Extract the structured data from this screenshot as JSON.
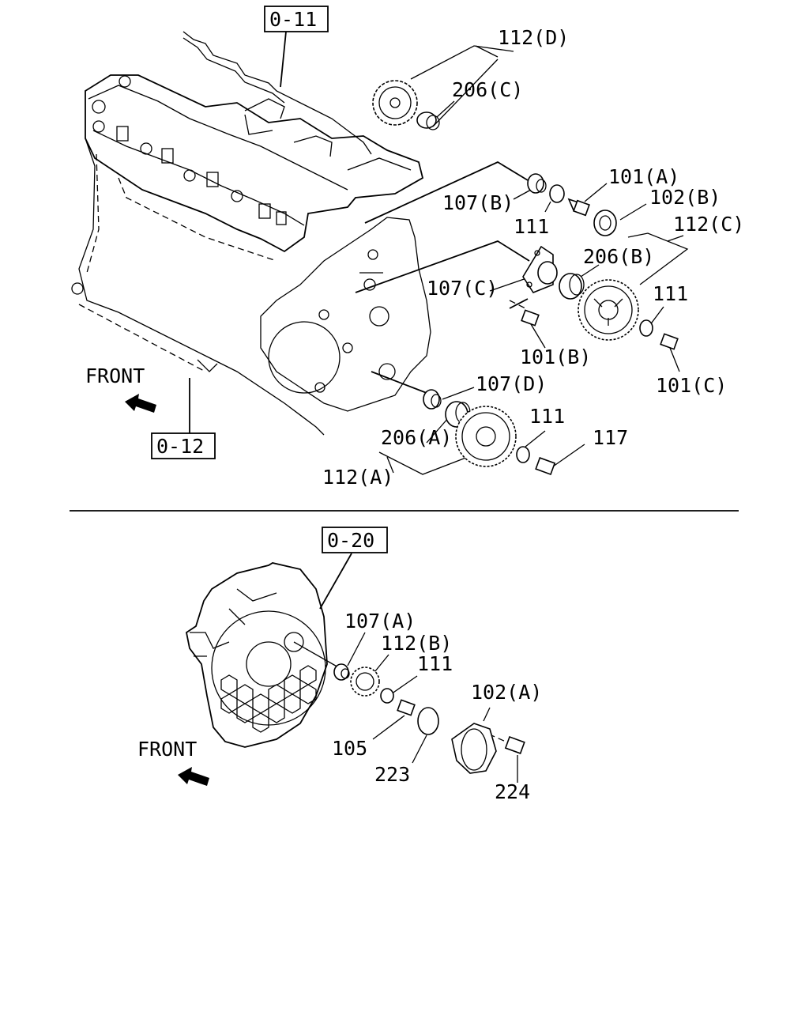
{
  "refs": {
    "r011": "0-11",
    "r012": "0-12",
    "r020": "0-20"
  },
  "front": {
    "top": "FRONT",
    "bottom": "FRONT"
  },
  "labels": {
    "l112D": "112(D)",
    "l206C": "206(C)",
    "l101A": "101(A)",
    "l107B": "107(B)",
    "l102B": "102(B)",
    "l111a": "111",
    "l112C": "112(C)",
    "l206B": "206(B)",
    "l107C": "107(C)",
    "l111b": "111",
    "l101B": "101(B)",
    "l101C": "101(C)",
    "l107D": "107(D)",
    "l111c": "111",
    "l206A": "206(A)",
    "l117": "117",
    "l112A": "112(A)",
    "l107A": "107(A)",
    "l112B": "112(B)",
    "l111d": "111",
    "l102A": "102(A)",
    "l105": "105",
    "l223": "223",
    "l224": "224"
  }
}
